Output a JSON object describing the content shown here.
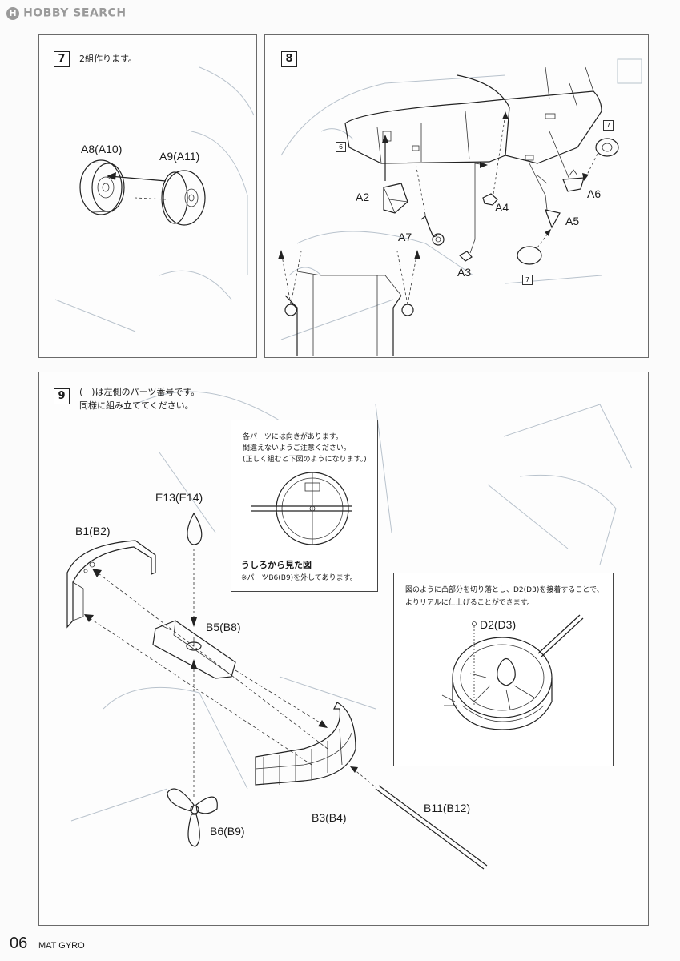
{
  "header": {
    "logo_mark": "H",
    "logo_text": "HOBBY SEARCH"
  },
  "step7": {
    "number": "7",
    "instruction": "2組作ります。",
    "labels": [
      "A8(A10)",
      "A9(A11)"
    ]
  },
  "step8": {
    "number": "8",
    "refs": [
      "6",
      "7",
      "7"
    ],
    "labels": [
      "A2",
      "A4",
      "A6",
      "A5",
      "A7",
      "A3"
    ]
  },
  "step9": {
    "number": "9",
    "instruction_line1": "(　)は左側のパーツ番号です。",
    "instruction_line2": "同様に組み立ててください。",
    "labels": {
      "e13": "E13(E14)",
      "b1": "B1(B2)",
      "b5": "B5(B8)",
      "b6": "B6(B9)",
      "b3": "B3(B4)",
      "b11": "B11(B12)",
      "d2": "D2(D3)"
    },
    "note_box": {
      "line1": "各パーツには向きがあります。",
      "line2": "間違えないようご注意ください。",
      "line3": "(正しく組むと下図のようになります。)",
      "caption": "うしろから見た図",
      "subcaption": "※パーツB6(B9)を外してあります。"
    },
    "detail_box": {
      "line1": "図のように凸部分を切り落とし、D2(D3)を接着することで、",
      "line2": "よりリアルに仕上げることができます。"
    }
  },
  "footer": {
    "page_number": "06",
    "product_name": "MAT GYRO"
  }
}
